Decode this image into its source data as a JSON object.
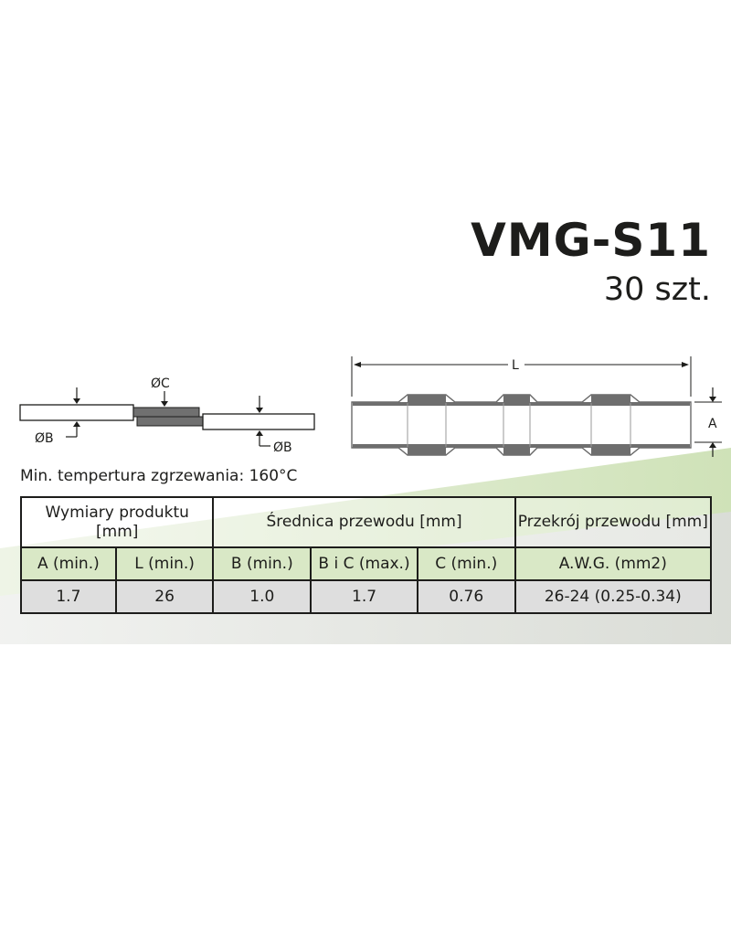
{
  "product": {
    "model": "VMG-S11",
    "quantity": "30 szt."
  },
  "diagram": {
    "label_c": "ØC",
    "label_b_left": "ØB",
    "label_b_right": "ØB",
    "label_l": "L",
    "label_a": "A"
  },
  "note": "Min. tempertura zgrzewania: 160°C",
  "colors": {
    "tube_band": "#6e6e6e",
    "wire_core": "#707070",
    "band_green": "#d9e8c6",
    "band_gray": "#dedede",
    "text": "#1d1d1b"
  },
  "table": {
    "group_headers": {
      "dimensions": "Wymiary produktu [mm]",
      "diameter": "Średnica przewodu [mm]",
      "cross_section": "Przekrój przewodu [mm]"
    },
    "sub_headers": {
      "a_min": "A (min.)",
      "l_min": "L (min.)",
      "b_min": "B (min.)",
      "bc_max": "B i C (max.)",
      "c_min": "C (min.)",
      "awg": "A.W.G. (mm2)"
    },
    "values": {
      "a_min": "1.7",
      "l_min": "26",
      "b_min": "1.0",
      "bc_max": "1.7",
      "c_min": "0.76",
      "awg": "26-24 (0.25-0.34)"
    }
  }
}
